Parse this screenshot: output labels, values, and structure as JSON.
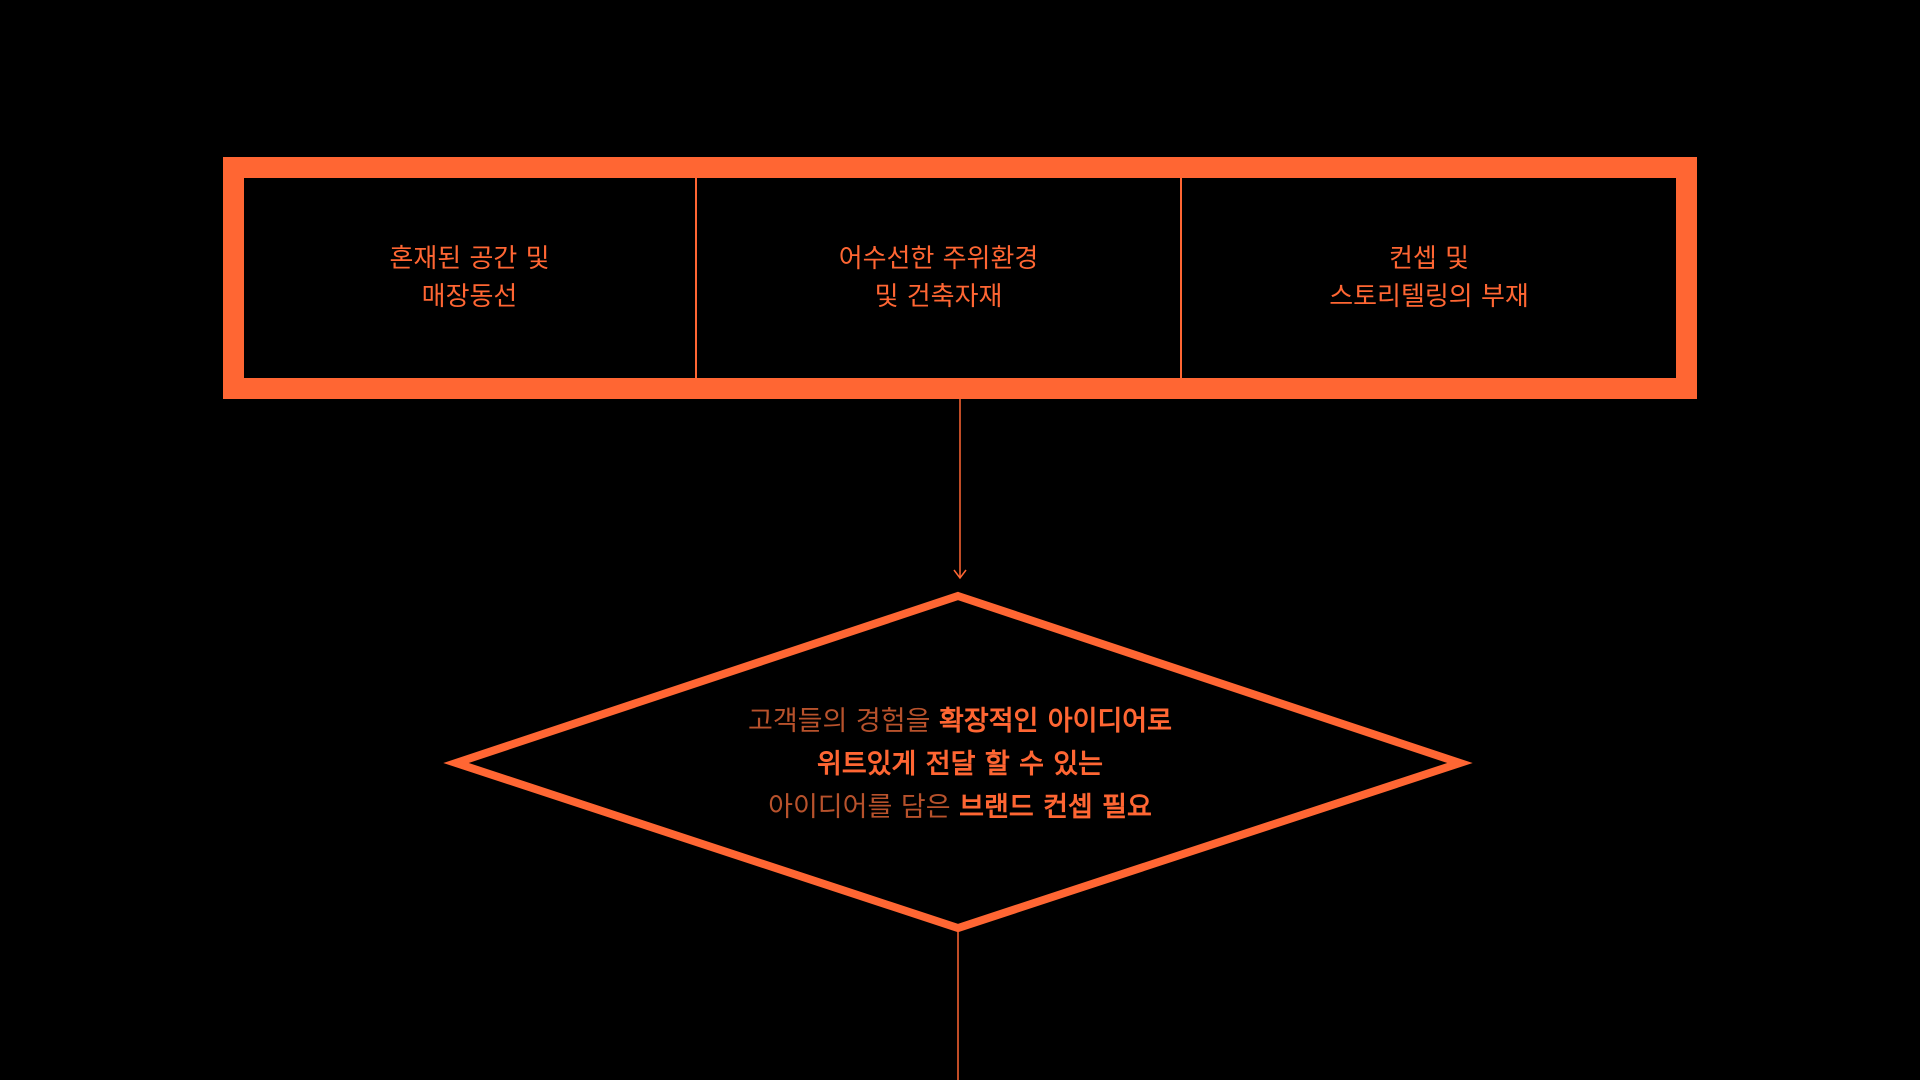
{
  "colors": {
    "background": "#000000",
    "accent": "#ff6633",
    "muted_accent": "#b8522c"
  },
  "problems": [
    {
      "line1": "혼재된 공간 및",
      "line2": "매장동선"
    },
    {
      "line1": "어수선한 주위환경",
      "line2": "및 건축자재"
    },
    {
      "line1": "컨셉 및",
      "line2": "스토리텔링의 부재"
    }
  ],
  "decision": {
    "line1_light": "고객들의 경험을 ",
    "line1_strong": "확장적인 아이디어로",
    "line2_strong": "위트있게 전달 할 수 있는",
    "line3_light": "아이디어를 담은 ",
    "line3_strong": "브랜드 컨셉 필요"
  }
}
